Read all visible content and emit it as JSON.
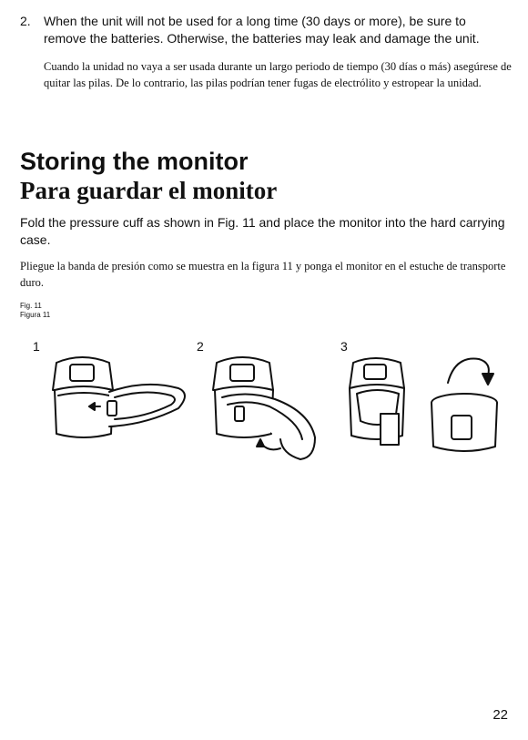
{
  "notice": {
    "number": "2.",
    "en": "When the unit will not be used for a long time (30 days or more), be sure to remove the batteries. Otherwise, the batteries may leak and damage the unit.",
    "es": "Cuando la unidad no vaya a ser usada durante un largo periodo de tiempo (30 días o más) asegúrese de quitar las pilas. De lo contrario, las pilas podrían tener fugas de electrólito y estropear la unidad."
  },
  "section": {
    "title_en": "Storing the monitor",
    "title_es": "Para guardar el monitor",
    "body_en": "Fold the pressure cuff as shown in Fig. 11 and place the monitor into the hard carrying case.",
    "body_es": "Pliegue la banda de presión como se muestra en la figura 11 y ponga el monitor en el estuche de transporte duro."
  },
  "figure": {
    "label_en": "Fig. 11",
    "label_es": "Figura 11",
    "steps": [
      "1",
      "2",
      "3"
    ]
  },
  "page_number": "22"
}
